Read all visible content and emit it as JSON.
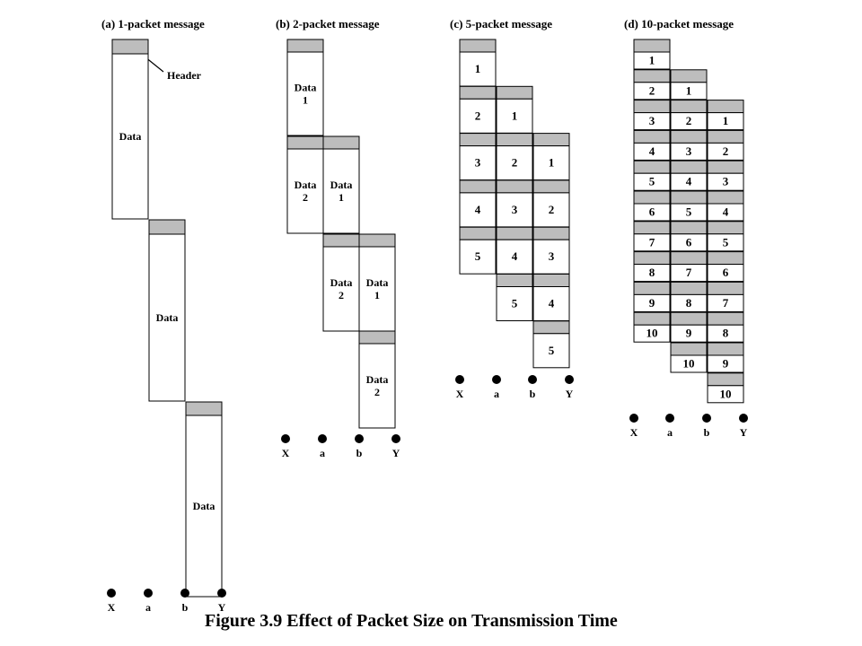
{
  "panels": [
    {
      "title": "(a) 1-packet message"
    },
    {
      "title": "(b) 2-packet message"
    },
    {
      "title": "(c) 5-packet message"
    },
    {
      "title": "(d) 10-packet message"
    }
  ],
  "header_label": "Header",
  "nodes": [
    "X",
    "a",
    "b",
    "Y"
  ],
  "data_label": "Data",
  "packet_labels_b": [
    "Data\n1",
    "Data\n2"
  ],
  "packet_numbers_c": [
    "1",
    "2",
    "3",
    "4",
    "5"
  ],
  "packet_numbers_d": [
    "1",
    "2",
    "3",
    "4",
    "5",
    "6",
    "7",
    "8",
    "9",
    "10"
  ],
  "caption": "Figure 3.9   Effect of Packet Size on Transmission Time",
  "colors": {
    "header_fill": "#bdbdbd",
    "box_fill": "#ffffff",
    "line": "#000000"
  }
}
